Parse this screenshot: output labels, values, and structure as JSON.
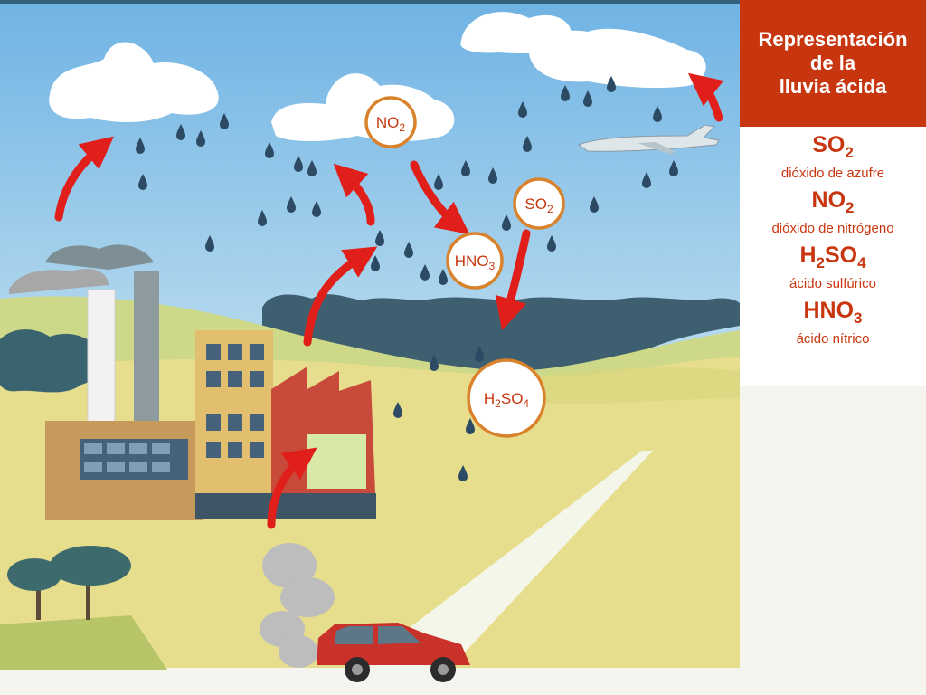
{
  "title": [
    "Representación",
    "de la",
    "lluvia ácida"
  ],
  "legend": [
    {
      "formula": [
        "SO",
        "2",
        ""
      ],
      "name": "dióxido de azufre"
    },
    {
      "formula": [
        "NO",
        "2",
        ""
      ],
      "name": "dióxido de nitrógeno"
    },
    {
      "formula": [
        "H",
        "2",
        "SO",
        "4"
      ],
      "name": "ácido sulfúrico"
    },
    {
      "formula": [
        "HNO",
        "3",
        ""
      ],
      "name": "ácido nítrico"
    }
  ],
  "molecules": {
    "no2": [
      "NO",
      "2"
    ],
    "so2": [
      "SO",
      "2"
    ],
    "hno3": [
      "HNO",
      "3"
    ],
    "h2so4": [
      "H",
      "2",
      "SO",
      "4"
    ]
  },
  "colors": {
    "accent": "#c8360f",
    "circle": "#d9822b",
    "sky_top": "#6fb3e4",
    "arrow": "#e01f1a",
    "drop": "#2c4a63"
  }
}
